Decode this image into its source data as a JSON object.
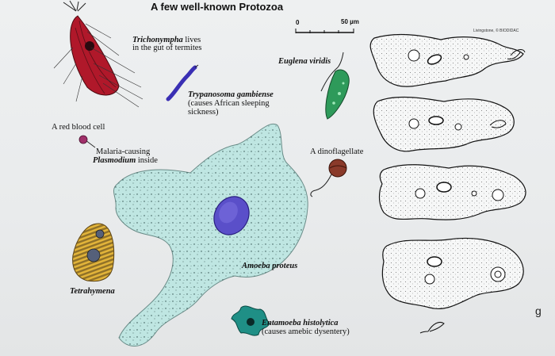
{
  "title": "A few well-known Protozoa",
  "credit": "Livingstone, © BIODIDAC",
  "scale_bar": {
    "zero": "0",
    "label": "50 µm"
  },
  "page_number": "g",
  "organisms": {
    "trichonympha": {
      "name": "Trichonympha",
      "note": "lives",
      "note2": "in the gut of termites"
    },
    "trypanosoma": {
      "name": "Trypanosoma gambiense",
      "note": "(causes African sleeping",
      "note2": "sickness)"
    },
    "euglena": {
      "name": "Euglena viridis"
    },
    "rbc": {
      "name": "A red blood cell"
    },
    "plasmodium": {
      "line1": "Malaria-causing",
      "line2": "Plasmodium",
      "line2b": "inside"
    },
    "dinoflagellate": {
      "name": "A dinoflagellate"
    },
    "tetrahymena": {
      "name": "Tetrahymena"
    },
    "amoeba": {
      "name": "Amoeba proteus"
    },
    "entamoeba": {
      "name": "Entamoeba histolytica",
      "note": "(causes amebic dysentery)"
    }
  },
  "colors": {
    "trichonympha": "#b0182a",
    "amoeba_fill": "#bfe6e2",
    "amoeba_nucleus": "#5a4fc9",
    "euglena": "#2e9a5a",
    "trypanosoma": "#3a2fb4",
    "tetrahymena": "#e2b43a",
    "dinoflagellate": "#8a3a2a",
    "plasmodium": "#a0306a",
    "entamoeba": "#1f8f86"
  }
}
